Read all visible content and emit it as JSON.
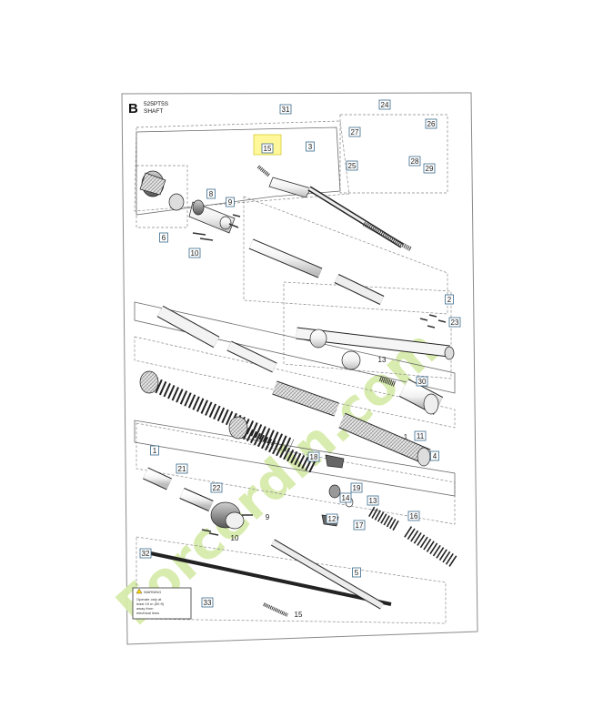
{
  "header": {
    "section": "B",
    "model": "525PT5S",
    "title": "SHAFT"
  },
  "warning_label": {
    "title": "WARNING",
    "lines": [
      "Operate only at",
      "least 15 m (50 ft)",
      "away from",
      "electrical lines"
    ]
  },
  "watermark": {
    "text": "Forcerdin.com",
    "colors": {
      "green": "#d8ecab",
      "tan": "#e8ddc8",
      "orange": "#f6c07a"
    }
  },
  "callouts": [
    {
      "id": "c31",
      "label": "31"
    },
    {
      "id": "c15top",
      "label": "15"
    },
    {
      "id": "c3",
      "label": "3"
    },
    {
      "id": "c24",
      "label": "24"
    },
    {
      "id": "c26",
      "label": "26"
    },
    {
      "id": "c27",
      "label": "27"
    },
    {
      "id": "c25",
      "label": "25"
    },
    {
      "id": "c28",
      "label": "28"
    },
    {
      "id": "c29",
      "label": "29"
    },
    {
      "id": "c8",
      "label": "8"
    },
    {
      "id": "c9top",
      "label": "9"
    },
    {
      "id": "c6",
      "label": "6"
    },
    {
      "id": "c10top",
      "label": "10"
    },
    {
      "id": "c2",
      "label": "2"
    },
    {
      "id": "c23",
      "label": "23"
    },
    {
      "id": "c13",
      "label": "13"
    },
    {
      "id": "c30",
      "label": "30"
    },
    {
      "id": "c11",
      "label": "11"
    },
    {
      "id": "c1mid",
      "label": "1"
    },
    {
      "id": "c4",
      "label": "4"
    },
    {
      "id": "c1left",
      "label": "1"
    },
    {
      "id": "c21",
      "label": "21"
    },
    {
      "id": "c18",
      "label": "18"
    },
    {
      "id": "c19",
      "label": "19"
    },
    {
      "id": "c14",
      "label": "14"
    },
    {
      "id": "c13b",
      "label": "13"
    },
    {
      "id": "c16",
      "label": "16"
    },
    {
      "id": "c22",
      "label": "22"
    },
    {
      "id": "c17",
      "label": "17"
    },
    {
      "id": "c12",
      "label": "12"
    },
    {
      "id": "c9bot",
      "label": "9"
    },
    {
      "id": "c10bot",
      "label": "10"
    },
    {
      "id": "c32",
      "label": "32"
    },
    {
      "id": "c5",
      "label": "5"
    },
    {
      "id": "c33",
      "label": "33"
    },
    {
      "id": "c15bot",
      "label": "15"
    }
  ]
}
